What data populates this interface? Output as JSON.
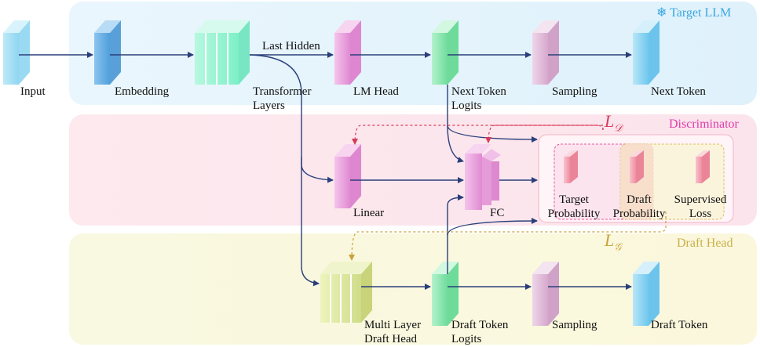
{
  "regions": {
    "target_llm": {
      "title": "Target LLM",
      "icon": "snowflake-icon",
      "color": "#3aa7e0"
    },
    "discriminator": {
      "title": "Discriminator",
      "color": "#e03aa9"
    },
    "draft_head": {
      "title": "Draft Head",
      "color": "#c9b04a"
    }
  },
  "nodes": {
    "input": "Input",
    "embedding": "Embedding",
    "transformer_layers_1": "Transformer",
    "transformer_layers_2": "Layers",
    "last_hidden": "Last Hidden",
    "lm_head": "LM Head",
    "next_token_logits_1": "Next Token",
    "next_token_logits_2": "Logits",
    "sampling_top": "Sampling",
    "next_token": "Next Token",
    "linear": "Linear",
    "fc": "FC",
    "target_prob_1": "Target",
    "target_prob_2": "Probability",
    "draft_prob_1": "Draft",
    "draft_prob_2": "Probability",
    "supervised_loss_1": "Supervised",
    "supervised_loss_2": "Loss",
    "multi_layer_1": "Multi Layer",
    "multi_layer_2": "Draft Head",
    "draft_token_logits_1": "Draft Token",
    "draft_token_logits_2": "Logits",
    "sampling_bottom": "Sampling",
    "draft_token": "Draft Token"
  },
  "losses": {
    "discriminator_loss": {
      "symbol": "L",
      "subscript": "𝒟",
      "color": "#d83a5a"
    },
    "generator_loss": {
      "symbol": "L",
      "subscript": "𝒢",
      "color": "#c9a23a"
    }
  },
  "colors": {
    "arrow": "#2a3f7a",
    "input_block": "#8fd6f0",
    "embedding_block": "#5aa8e0",
    "transformer_block": "#7df0c8",
    "lm_head_block": "#e89ad8",
    "logits_block": "#7fe6a8",
    "sampling_block": "#e0b8d8",
    "next_token_block": "#7fd0f0",
    "draft_head_block": "#d8e39a"
  }
}
